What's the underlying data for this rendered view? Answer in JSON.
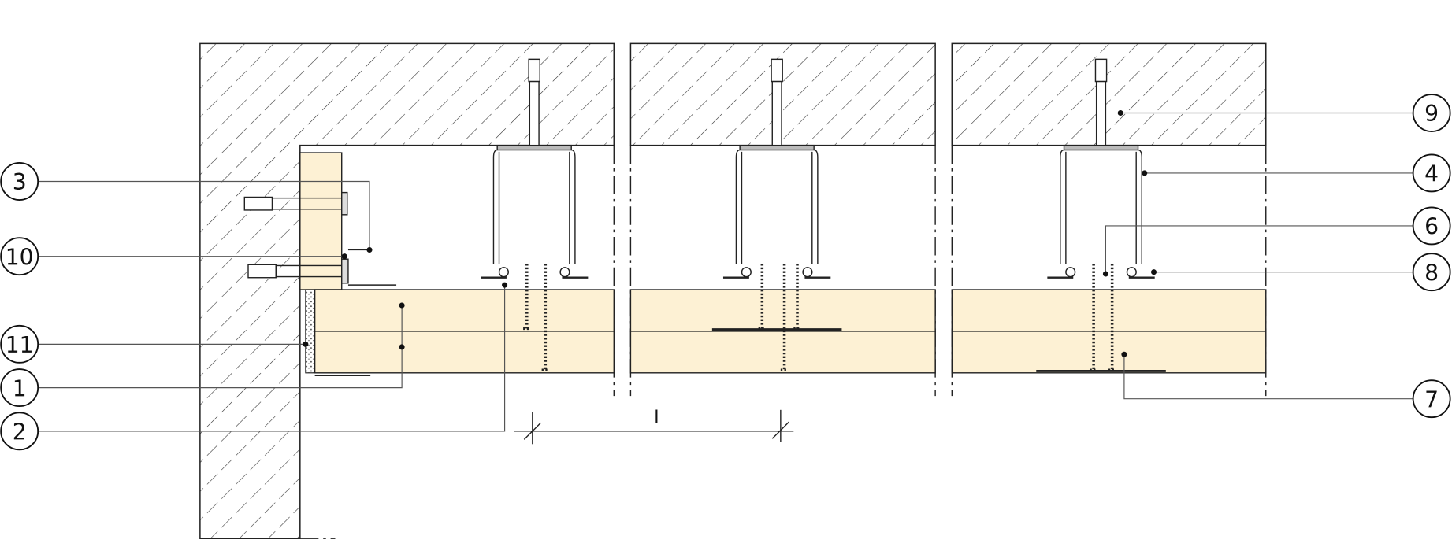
{
  "drawing": {
    "dimension_label": "l",
    "board_color": "#fdf1d4",
    "line_color": "#222222"
  },
  "callouts": {
    "left": [
      {
        "id": "3",
        "label": "3"
      },
      {
        "id": "10",
        "label": "10"
      },
      {
        "id": "11",
        "label": "11"
      },
      {
        "id": "1",
        "label": "1"
      },
      {
        "id": "2",
        "label": "2"
      }
    ],
    "right": [
      {
        "id": "9",
        "label": "9"
      },
      {
        "id": "4",
        "label": "4"
      },
      {
        "id": "6",
        "label": "6"
      },
      {
        "id": "8",
        "label": "8"
      },
      {
        "id": "7",
        "label": "7"
      }
    ]
  }
}
